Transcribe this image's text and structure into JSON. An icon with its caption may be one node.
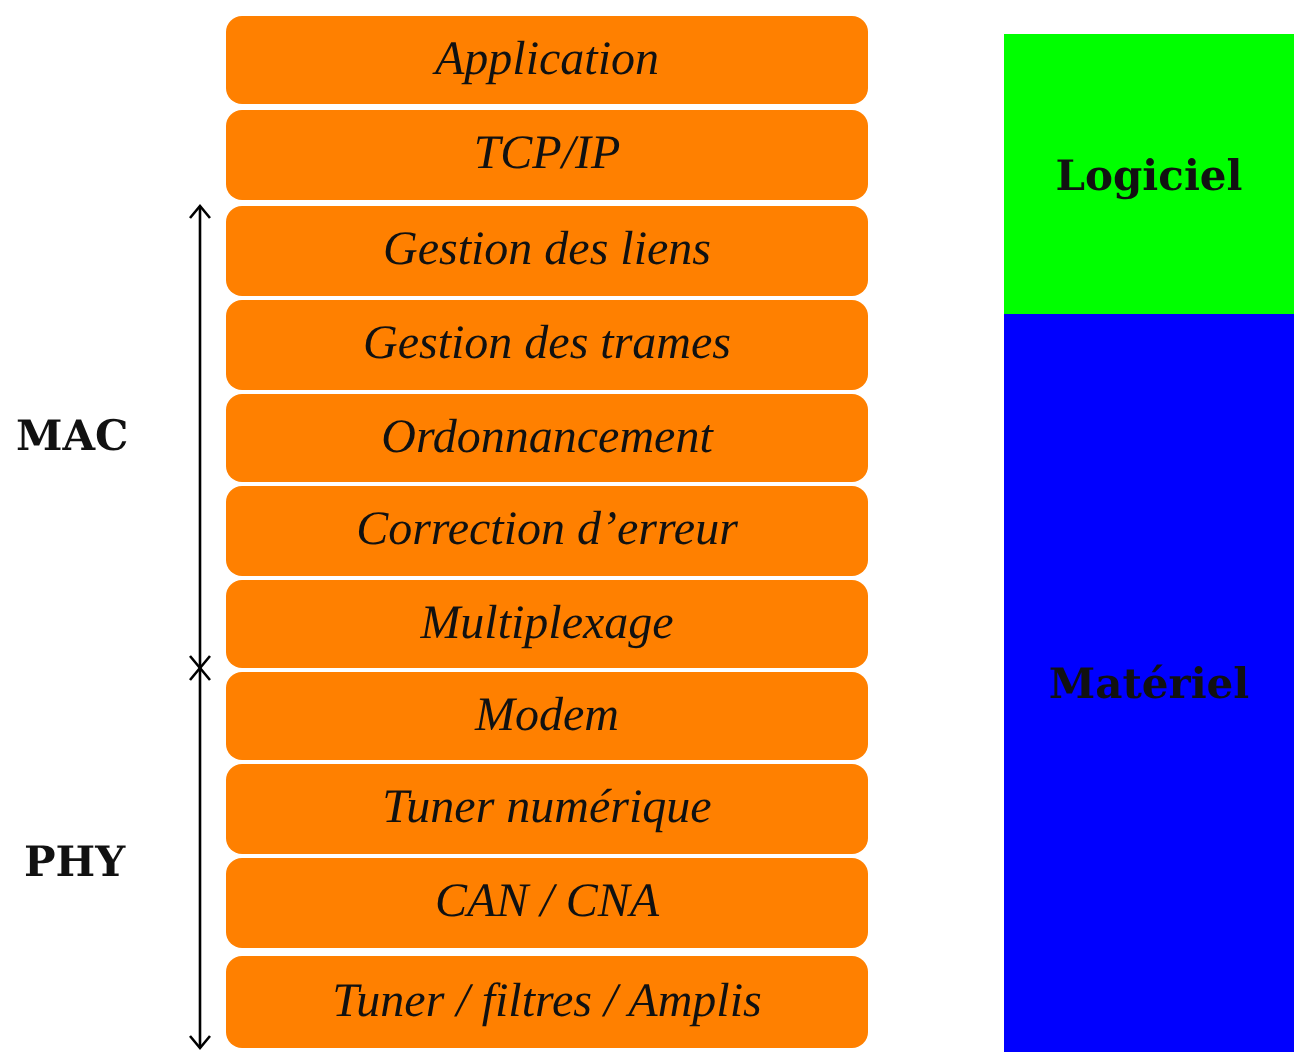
{
  "diagram": {
    "nodes": [
      {
        "text": [
          "Application"
        ]
      },
      {
        "text": [
          "TCP/IP"
        ]
      },
      {
        "text": [
          "Gestion des liens"
        ]
      },
      {
        "text": [
          "Gestion des trames"
        ]
      },
      {
        "text": [
          "Ordonnancement"
        ]
      },
      {
        "text": [
          "Correction d’erreur"
        ]
      },
      {
        "text": [
          "Multiplexage"
        ]
      },
      {
        "text": [
          "Modem"
        ]
      },
      {
        "text": [
          "Tuner numérique"
        ]
      },
      {
        "text": [
          "CAN / CNA"
        ]
      },
      {
        "text": [
          "Tuner / filtres / Amplis"
        ]
      },
      {
        "text": [
          "Logiciel"
        ]
      },
      {
        "text": [
          "Matériel"
        ]
      }
    ],
    "labels": [
      "MAC",
      "PHY"
    ]
  }
}
